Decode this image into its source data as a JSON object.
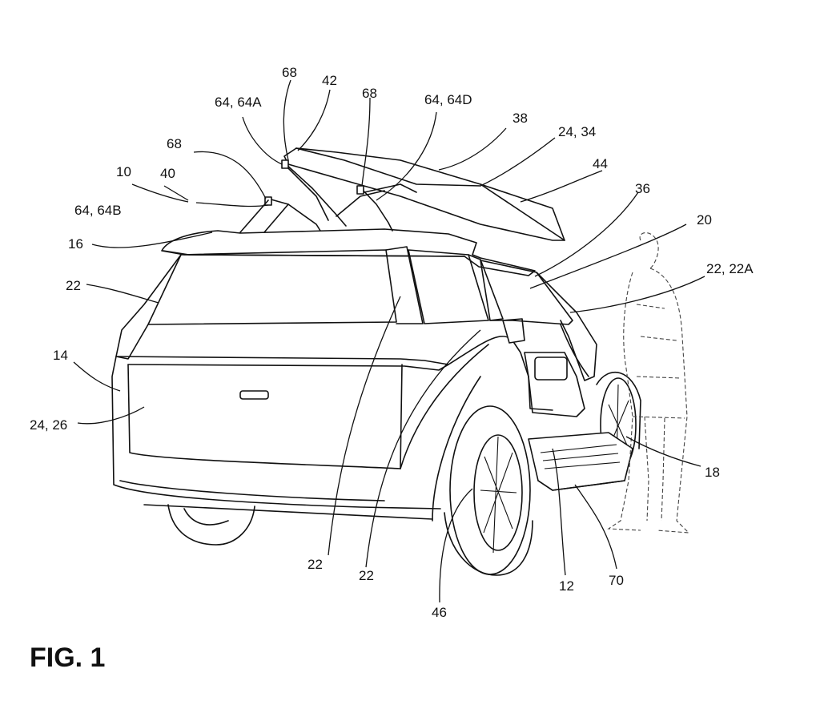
{
  "figure_label": "FIG. 1",
  "labels": {
    "l10": "10",
    "l12": "12",
    "l14": "14",
    "l16": "16",
    "l18": "18",
    "l20": "20",
    "l22a": "22",
    "l22b": "22",
    "l22c": "22",
    "l22_22A": "22, 22A",
    "l24_26": "24, 26",
    "l24_34": "24, 34",
    "l36": "36",
    "l38": "38",
    "l40": "40",
    "l42": "42",
    "l44": "44",
    "l46": "46",
    "l64_64A": "64, 64A",
    "l64_64B": "64, 64B",
    "l64_64D": "64, 64D",
    "l68a": "68",
    "l68b": "68",
    "l68c": "68",
    "l70": "70"
  }
}
